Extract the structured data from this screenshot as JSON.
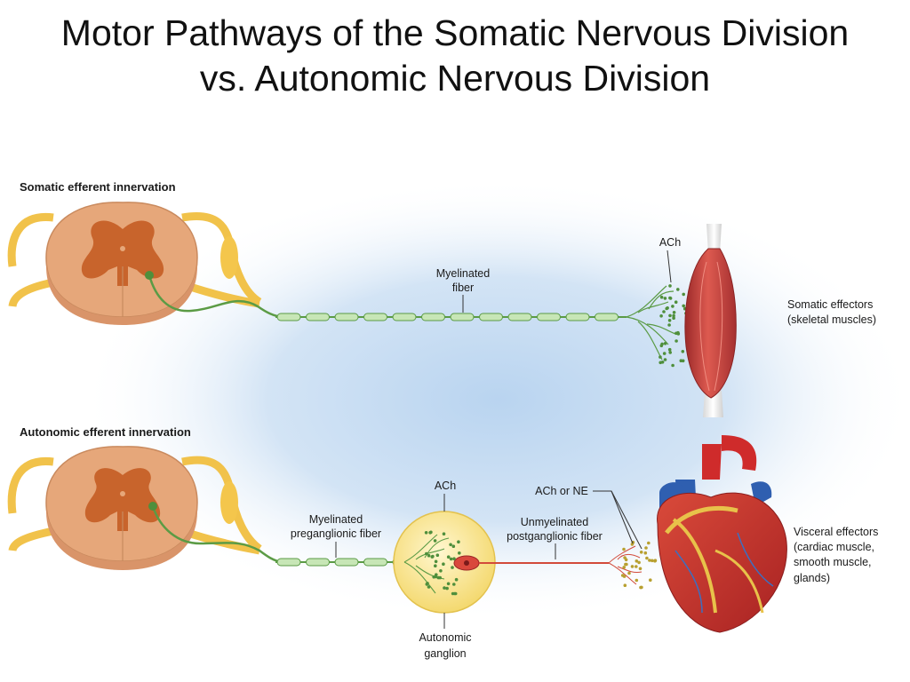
{
  "title": {
    "line1": "Motor Pathways of the Somatic Nervous Division",
    "line2": "vs. Autonomic Nervous Division"
  },
  "somatic": {
    "heading": "Somatic efferent innervation",
    "fiber_label": [
      "Myelinated",
      "fiber"
    ],
    "neurotransmitter": "ACh",
    "effector_label": [
      "Somatic effectors",
      "(skeletal muscles)"
    ]
  },
  "autonomic": {
    "heading": "Autonomic efferent innervation",
    "preganglionic_label": [
      "Myelinated",
      "preganglionic fiber"
    ],
    "ganglion_neurotransmitter": "ACh",
    "postganglionic_label": [
      "Unmyelinated",
      "postganglionic fiber"
    ],
    "effector_neurotransmitter": "ACh or NE",
    "ganglion_label": [
      "Autonomic",
      "ganglion"
    ],
    "effector_label": [
      "Visceral effectors",
      "(cardiac muscle,",
      "smooth muscle,",
      " glands)"
    ]
  },
  "colors": {
    "background_glow": "#c9def3",
    "cord_tan": "#e6a77a",
    "cord_gray_matter": "#c8642c",
    "nerve_yellow": "#f1c24a",
    "axon_green": "#5b9b45",
    "myelin_light": "#c7e6b6",
    "ganglion_yellow": "#fbeaa0",
    "neurotransmitter_dot": "#4f8f3c",
    "muscle_red": "#c94040",
    "heart_red": "#cf2b2b",
    "vessel_blue": "#2f5fb0",
    "postganglionic_red": "#d24a3a"
  }
}
